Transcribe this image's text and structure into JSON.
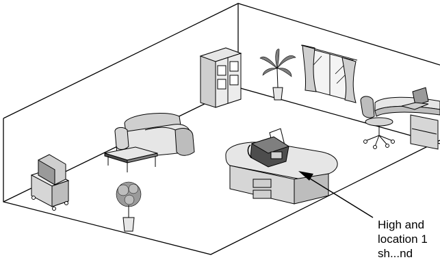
{
  "callout": {
    "lines": [
      "High and",
      "location 1",
      "sh...nd"
    ]
  },
  "colors": {
    "line": "#000000",
    "furniture_light": "#e6e6e6",
    "furniture_mid": "#cccccc",
    "furniture_dark": "#9a9a9a",
    "plant": "#7f7f7f",
    "background": "#ffffff"
  },
  "icons": [
    "room-outline",
    "tv-icon",
    "sofa-icon",
    "coffee-table-icon",
    "plant-icon",
    "wardrobe-icon",
    "window-icon",
    "desk-icon",
    "office-chair-icon",
    "laptop-icon",
    "fax-machine-icon",
    "reception-desk-icon",
    "pointer-arrow-icon"
  ]
}
